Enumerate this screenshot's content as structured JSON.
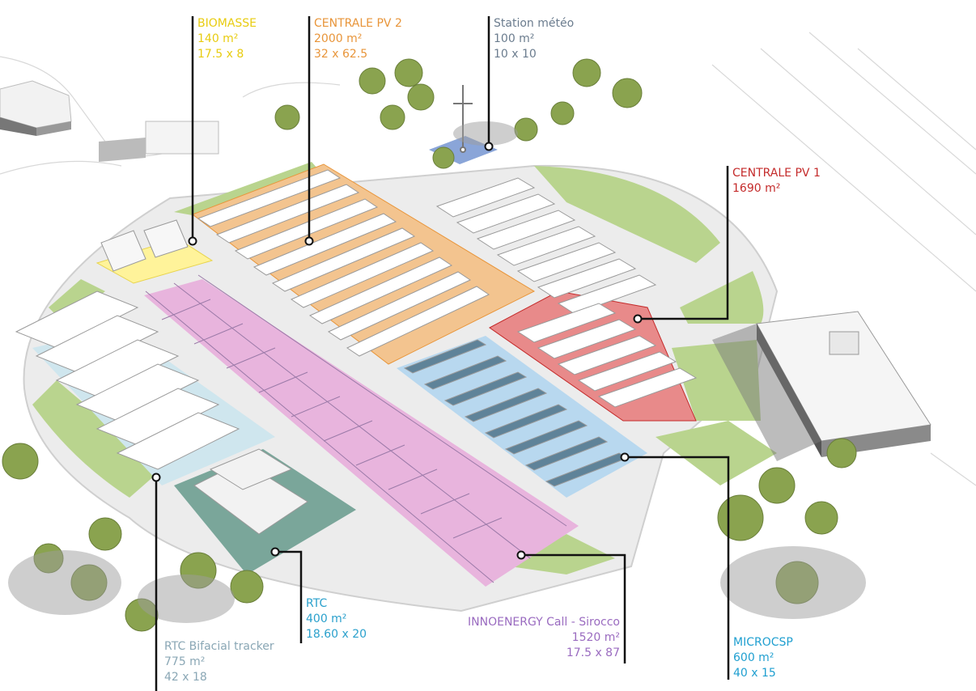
{
  "labels": {
    "biomasse": {
      "title": "BIOMASSE",
      "area": "140 m²",
      "dims": "17.5 x 8",
      "color": "#f2d80c"
    },
    "pv2": {
      "title": "CENTRALE PV 2",
      "area": "2000 m²",
      "dims": "32 x 62.5",
      "color": "#e8953a"
    },
    "meteo": {
      "title": "Station météo",
      "area": "100 m²",
      "dims": "10 x 10",
      "color": "#6b7c8e"
    },
    "pv1": {
      "title": "CENTRALE PV 1",
      "area": "1690 m²",
      "color": "#c42b2b"
    },
    "rtc_bif": {
      "title": "RTC Bifacial tracker",
      "area": "775 m²",
      "dims": "42 x 18",
      "color": "#8aa7b5"
    },
    "rtc": {
      "title": "RTC",
      "area": "400 m²",
      "dims": "18.60 x 20",
      "color": "#2aa0cc"
    },
    "innoenergy": {
      "title": "INNOENERGY Call - Sirocco",
      "area": "1520 m²",
      "dims": "17.5 x 87",
      "color": "#9a6bc0"
    },
    "microcsp": {
      "title": "MICROCSP",
      "area": "600 m²",
      "dims": "40 x 15",
      "color": "#1f9fd0"
    }
  },
  "zone_colors": {
    "grass": "#b9d48e",
    "path": "#e6e6e6",
    "biomasse": "#fff39a",
    "pv2": "#f3c48f",
    "pv1": "#e88a8a",
    "meteo": "#8aa5d8",
    "microcsp": "#b8d8ef",
    "innoenergy": "#e8b4dd",
    "rtc_bif": "#cfe6ee",
    "rtc": "#7aa69a"
  }
}
